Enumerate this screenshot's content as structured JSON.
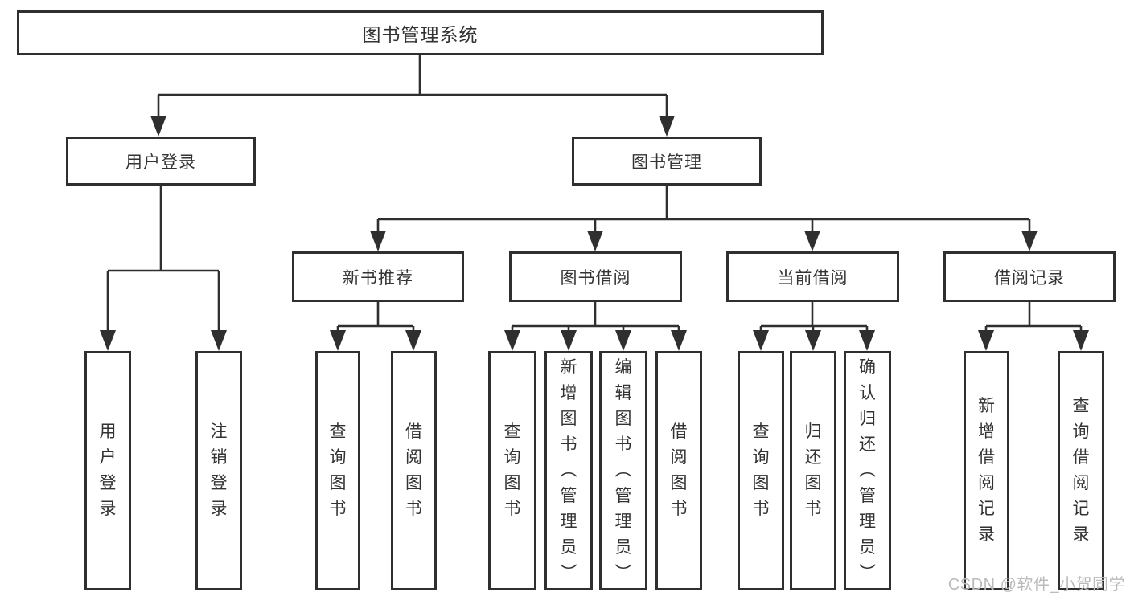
{
  "colors": {
    "line": "#2f2f2f",
    "text": "#333333",
    "node_background": "#ffffff",
    "page_background": "#ffffff",
    "watermark": "#bbbbbb"
  },
  "nodes": {
    "root": "图书管理系统",
    "level2": [
      "用户登录",
      "图书管理"
    ],
    "level3": [
      "新书推荐",
      "图书借阅",
      "当前借阅",
      "借阅记录"
    ],
    "level4_groups": [
      {
        "parent": "用户登录",
        "items": [
          "用户登录",
          "注销登录"
        ]
      },
      {
        "parent": "新书推荐",
        "items": [
          "查询图书",
          "借阅图书"
        ]
      },
      {
        "parent": "图书借阅",
        "items": [
          "查询图书",
          "新增图书（管理员）",
          "编辑图书（管理员）",
          "借阅图书"
        ]
      },
      {
        "parent": "当前借阅",
        "items": [
          "查询图书",
          "归还图书",
          "确认归还（管理员）"
        ]
      },
      {
        "parent": "借阅记录",
        "items": [
          "新增借阅记录",
          "查询借阅记录"
        ]
      }
    ]
  },
  "watermark": "CSDN @软件_小贺同学"
}
